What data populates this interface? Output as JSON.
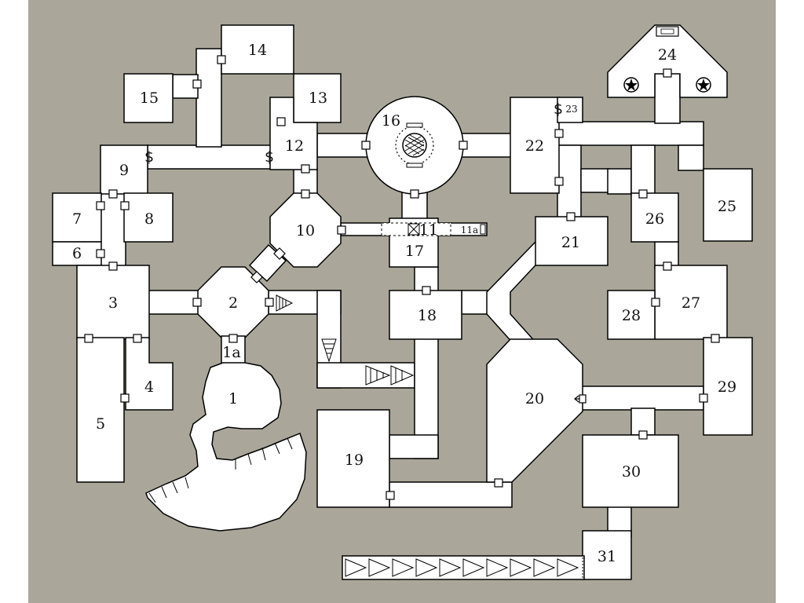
{
  "colors": {
    "background": "#aaa79a",
    "floor": "#ffffff",
    "grid": "#c9c9c9",
    "wall": "#000000"
  },
  "labels": {
    "r1": "1",
    "r1a": "1a",
    "r2": "2",
    "r3": "3",
    "r4": "4",
    "r5": "5",
    "r6": "6",
    "r7": "7",
    "r8": "8",
    "r9": "9",
    "r10": "10",
    "r11": "11",
    "r11a": "11a",
    "r12": "12",
    "r13": "13",
    "r14": "14",
    "r15": "15",
    "r16": "16",
    "r17": "17",
    "r18": "18",
    "r19": "19",
    "r20": "20",
    "r21": "21",
    "r22": "22",
    "r23": "23",
    "r24": "24",
    "r25": "25",
    "r26": "26",
    "r27": "27",
    "r28": "28",
    "r29": "29",
    "r30": "30",
    "r31": "31"
  },
  "secret_door_symbol": "$",
  "icons": [
    "secret-door-icon",
    "star-icon",
    "well-icon",
    "stairs-icon",
    "pit-trap-icon",
    "arrow-left-icon"
  ]
}
